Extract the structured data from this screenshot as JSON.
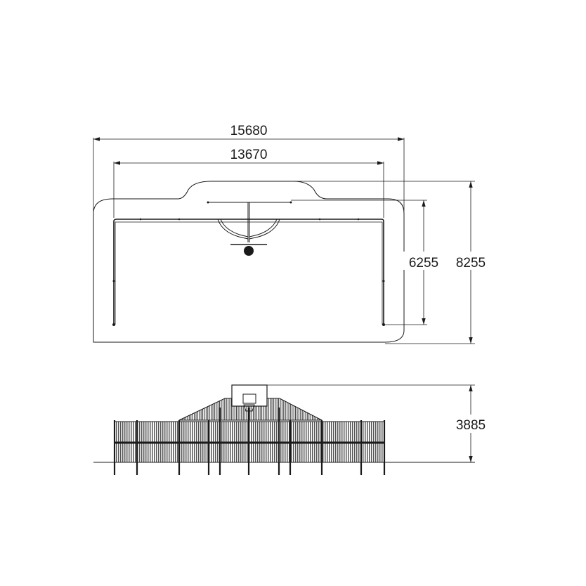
{
  "drawing": {
    "line_color": "#1a1a1a",
    "background": "#ffffff",
    "dimensions": {
      "overall_width": "15680",
      "inner_width": "13670",
      "inner_depth": "6255",
      "overall_depth": "8255",
      "height": "3885"
    }
  }
}
